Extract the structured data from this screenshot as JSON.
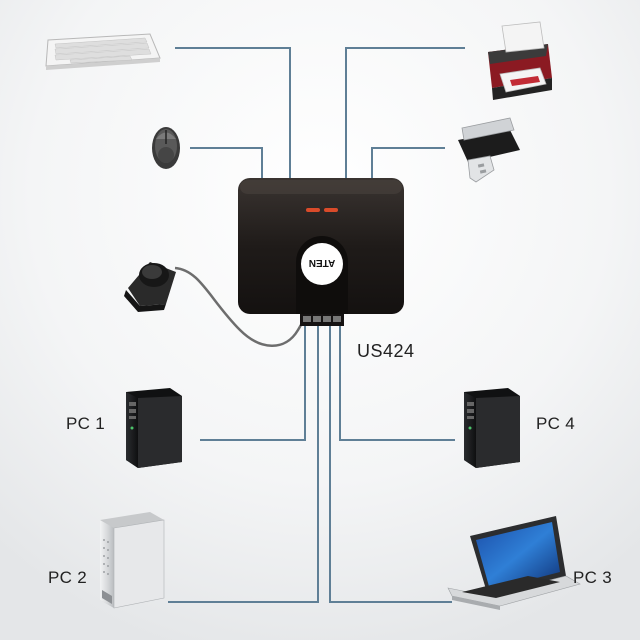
{
  "device": {
    "model": "US424",
    "logo_text": "ATEN"
  },
  "computers": [
    {
      "id": "pc1",
      "label": "PC 1"
    },
    {
      "id": "pc2",
      "label": "PC 2"
    },
    {
      "id": "pc3",
      "label": "PC 3"
    },
    {
      "id": "pc4",
      "label": "PC 4"
    }
  ],
  "peripherals": [
    "keyboard",
    "mouse",
    "printer",
    "usb-flash-drive",
    "remote-port-selector"
  ],
  "colors": {
    "cable": "#5f7f96",
    "device_body": "#1e1a18",
    "background_gradient": "#e6e8ea"
  }
}
